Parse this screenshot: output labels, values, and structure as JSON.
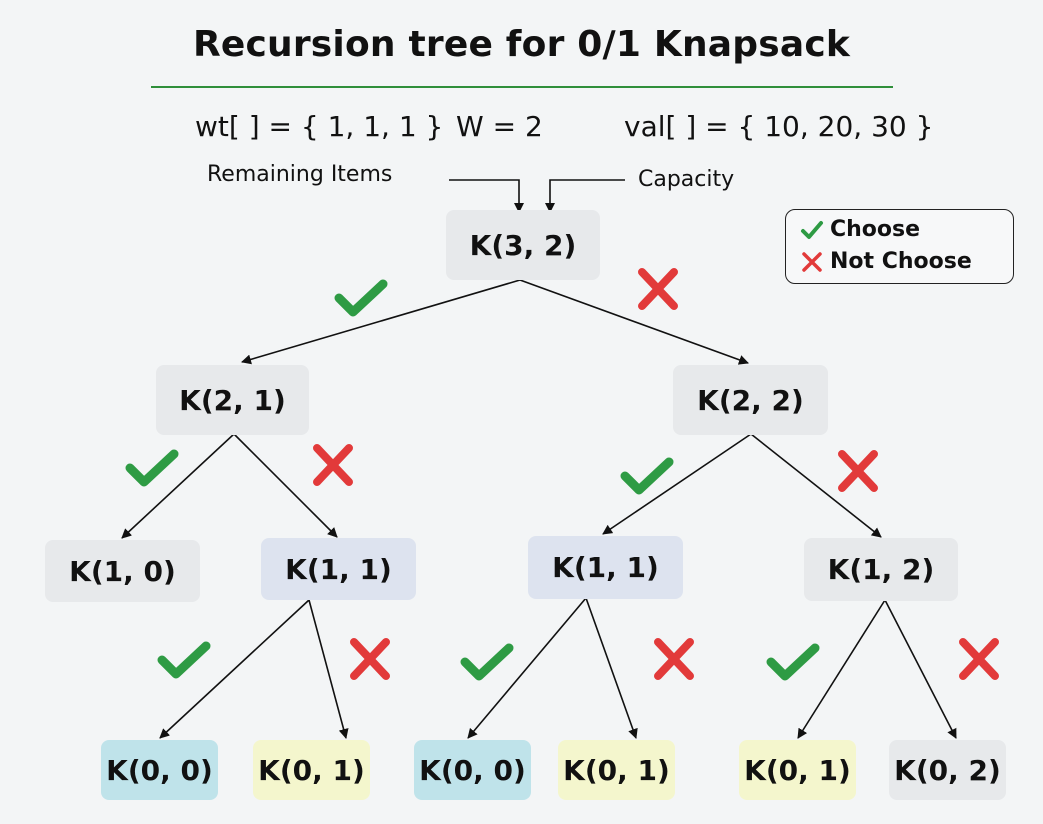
{
  "title": "Recursion tree for 0/1 Knapsack",
  "given": {
    "wt": "wt[ ] = { 1, 1, 1 }",
    "W": "W = 2",
    "val": "val[ ] = {  10, 20, 30 }"
  },
  "annotations": {
    "remaining_items": "Remaining Items",
    "capacity": "Capacity"
  },
  "legend": {
    "choose": "Choose",
    "not_choose": "Not Choose"
  },
  "colors": {
    "check": "#2e9b44",
    "cross": "#e23a3a",
    "gray_node": "#e7e9eb",
    "purple_node": "#dde3ef",
    "cyan_node": "#bfe3ea",
    "yellow_node": "#f4f6cd"
  },
  "nodes": {
    "root": "K(3, 2)",
    "l1_left": "K(2, 1)",
    "l1_right": "K(2, 2)",
    "l2_a": "K(1, 0)",
    "l2_b": "K(1, 1)",
    "l2_c": "K(1, 1)",
    "l2_d": "K(1, 2)",
    "l3_a": "K(0, 0)",
    "l3_b": "K(0, 1)",
    "l3_c": "K(0, 0)",
    "l3_d": "K(0, 1)",
    "l3_e": "K(0, 1)",
    "l3_f": "K(0, 2)"
  }
}
